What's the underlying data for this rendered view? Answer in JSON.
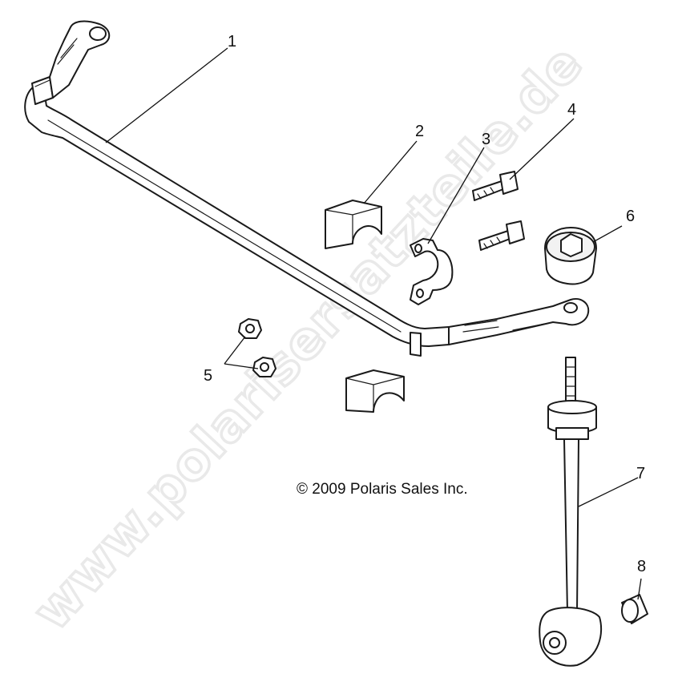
{
  "watermark": "www.polarisersatzteile.de",
  "copyright": "© 2009 Polaris Sales Inc.",
  "callouts": [
    {
      "id": "callout-1",
      "label": "1"
    },
    {
      "id": "callout-2",
      "label": "2"
    },
    {
      "id": "callout-3",
      "label": "3"
    },
    {
      "id": "callout-4",
      "label": "4"
    },
    {
      "id": "callout-5",
      "label": "5"
    },
    {
      "id": "callout-6",
      "label": "6"
    },
    {
      "id": "callout-7",
      "label": "7"
    },
    {
      "id": "callout-8",
      "label": "8"
    }
  ]
}
